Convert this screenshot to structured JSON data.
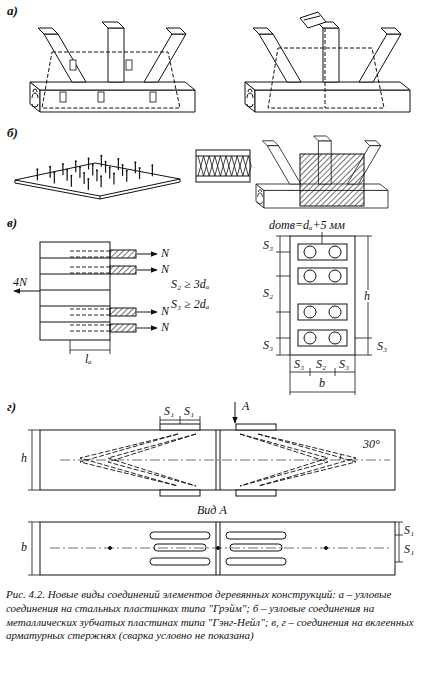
{
  "diagram": {
    "caption": "Рис. 4.2. Новые виды соединений элементов деревянных конструкций: а – узловые соединения на стальных пластинках типа \"Грэйм\"; б – узловые соединения на металлических зубчатых пластинах типа \"Гэнг-Нейл\"; в, г – соединения на вклеенных арматурных стержнях (сварка условно не показана)",
    "labels": [
      "а)",
      "б)",
      "в)",
      "г)",
      "4N",
      "N",
      "N",
      "N",
      "N",
      "lₐ",
      "S₂ ≥ 3dₐ",
      "S₃ ≥ 2dₐ",
      "dотв=dₐ+5 мм",
      "S₃",
      "S₂",
      "S₃",
      "h",
      "S₃",
      "S₃",
      "S₂",
      "S₃",
      "b",
      "S₁",
      "S₁",
      "A",
      "30°",
      "h",
      "Вид А",
      "b",
      "S₁",
      "S₁"
    ]
  }
}
